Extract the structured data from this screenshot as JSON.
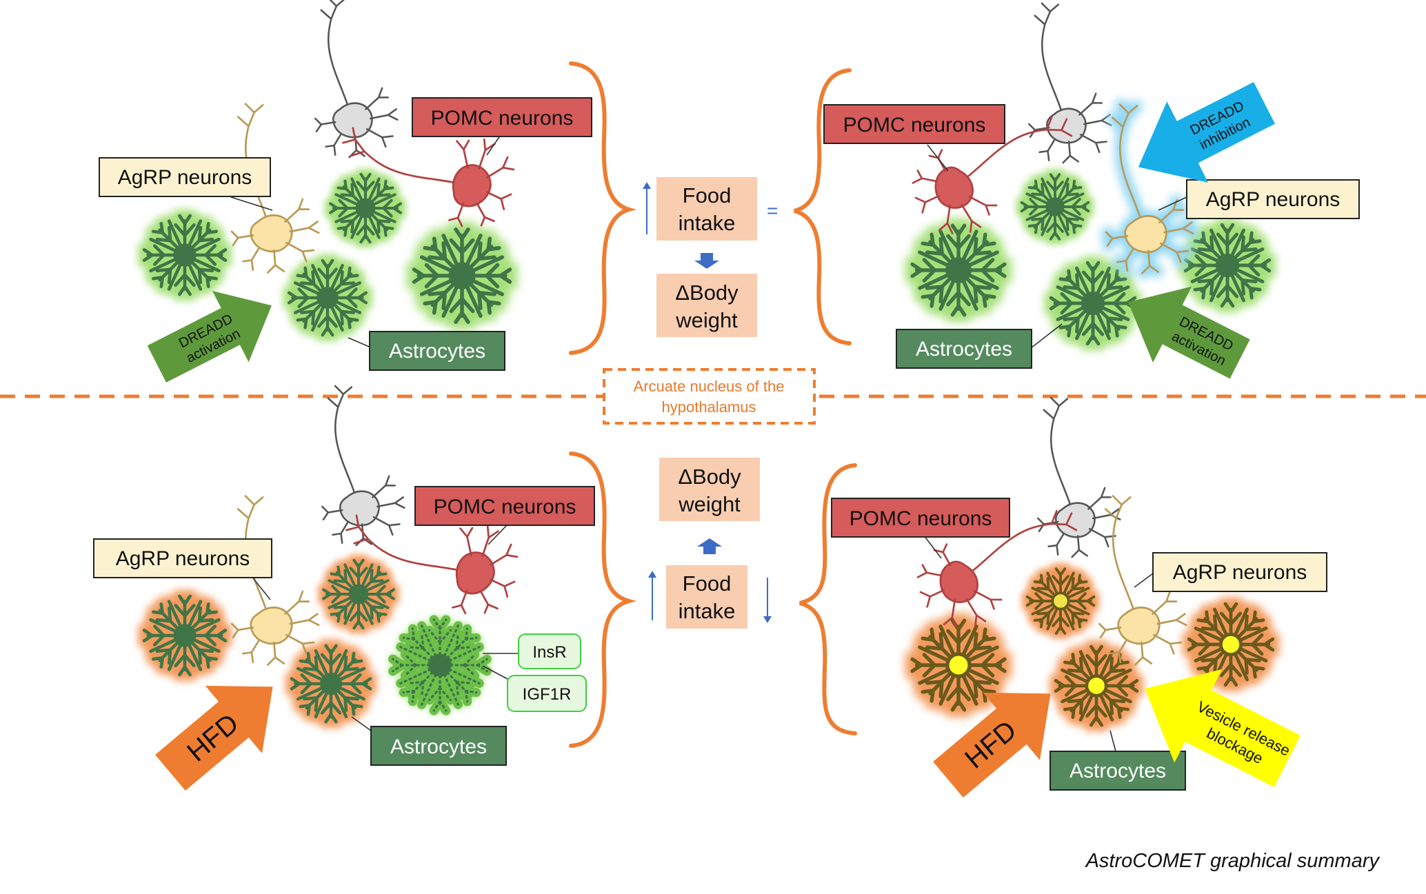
{
  "colors": {
    "orange": "#ee7d31",
    "pomc": "#d65b5b",
    "agrp": "#fdf2d0",
    "astro_box": "#548a5e",
    "peach": "#f9cdb0",
    "astro_green": "#3f7447",
    "glow_green": "#a6e07a",
    "glow_orange": "#f39a5c",
    "blue": "#3d6cc7",
    "dreadd_activation": "#5e9a3c",
    "dreadd_inhibition": "#18aee8",
    "vesicle": "#ffff00"
  },
  "labels": {
    "pomc": "POMC neurons",
    "agrp": "AgRP neurons",
    "astrocytes": "Astrocytes",
    "food_l1": "Food",
    "food_l2": "intake",
    "body_l1": "ΔBody",
    "body_l2": "weight",
    "equals": "=",
    "arcuate_l1": "Arcuate nucleus of the",
    "arcuate_l2": "hypothalamus",
    "dreadd_act_l1": "DREADD",
    "dreadd_act_l2": "activation",
    "dreadd_inh_l1": "DREADD",
    "dreadd_inh_l2": "inhibition",
    "hfd": "HFD",
    "insr": "InsR",
    "igf1r": "IGF1R",
    "vesicle_l1": "Vesicle release",
    "vesicle_l2": "blockage",
    "caption": "AstroCOMET graphical summary"
  }
}
